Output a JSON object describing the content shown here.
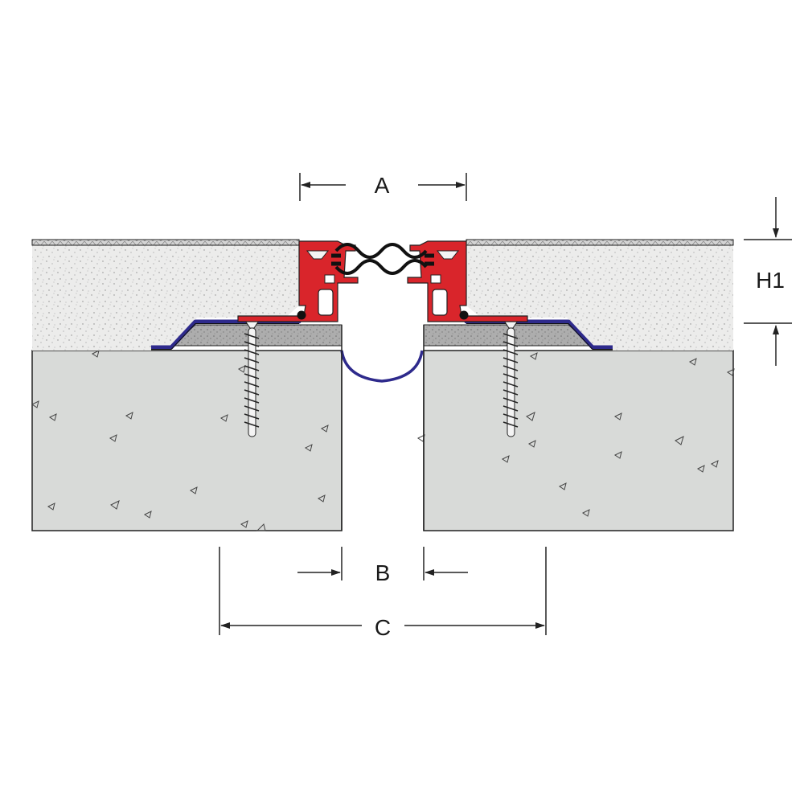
{
  "diagram": {
    "dimensions": {
      "a": "A",
      "b": "B",
      "c": "C",
      "h1": "H1"
    },
    "colors": {
      "profile": "#d9252b",
      "membrane": "#2e2a8c",
      "concrete": "#d8dad8",
      "screed": "#ebebea",
      "mortar_bed": "#a9a9a9",
      "insert": "#111111",
      "line": "#222222"
    }
  }
}
